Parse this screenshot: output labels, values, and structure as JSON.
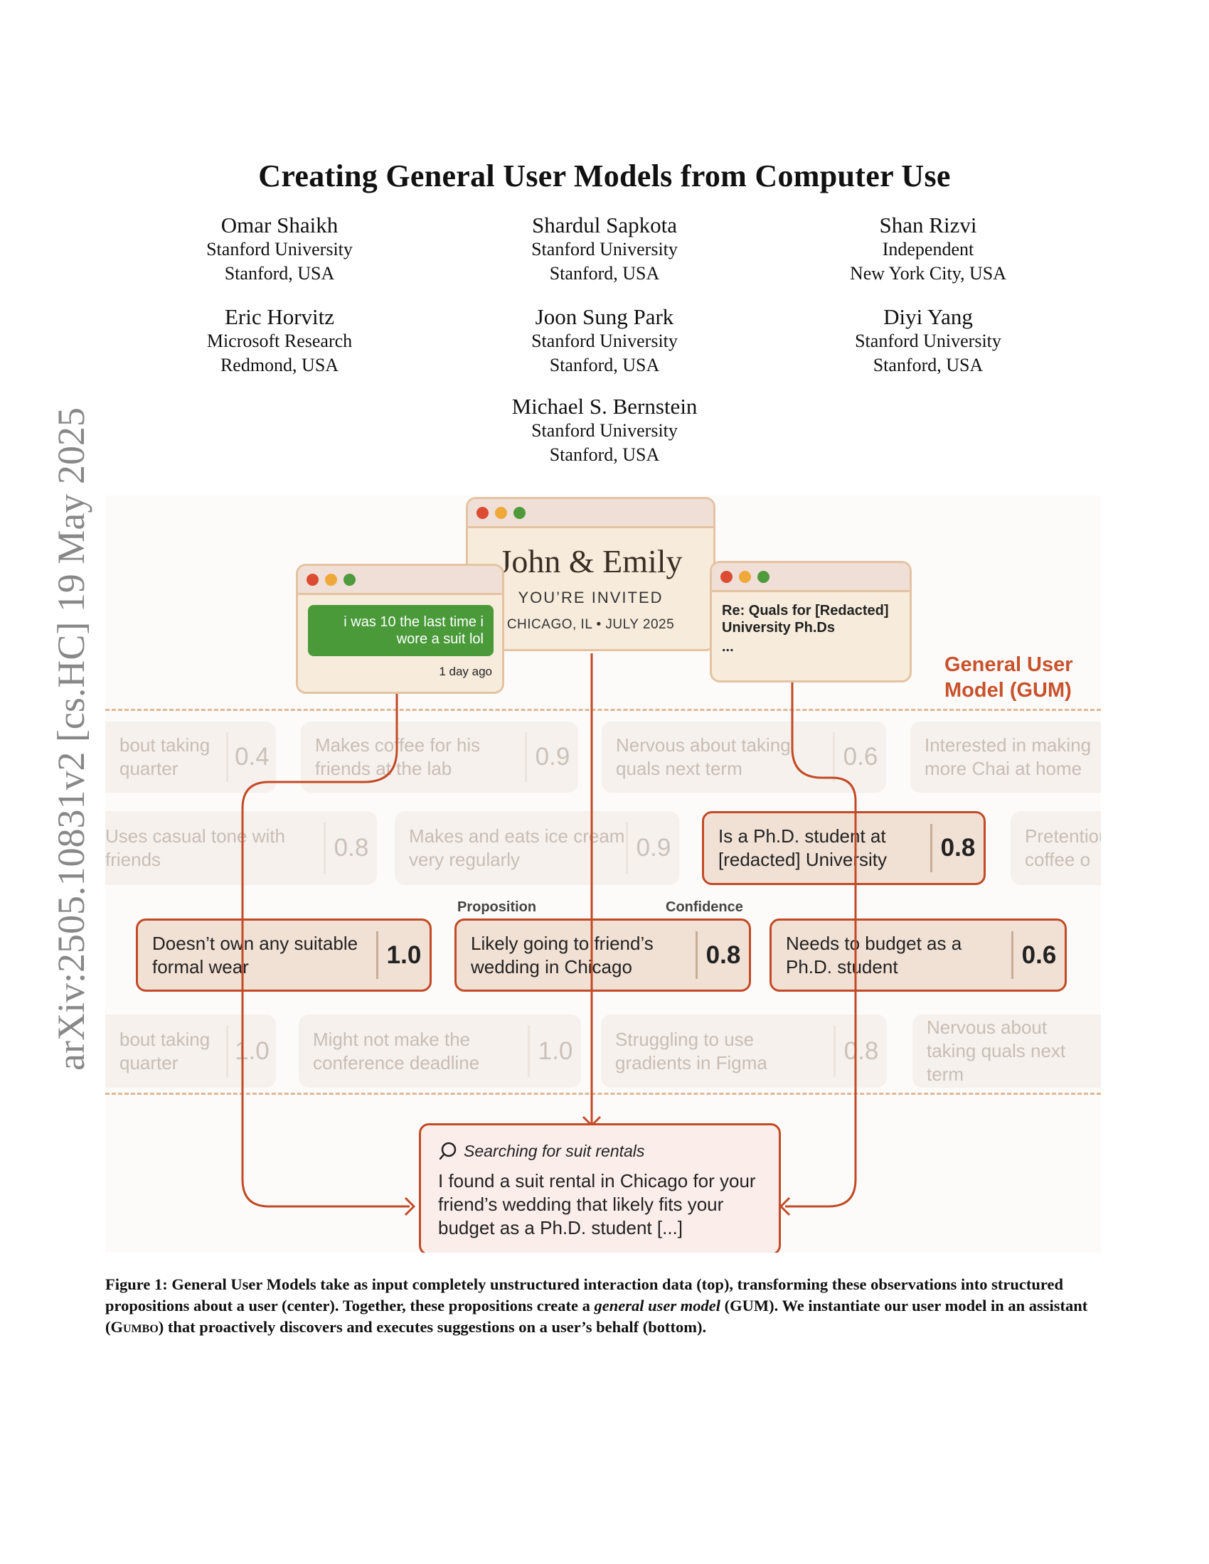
{
  "paper": {
    "title": "Creating General User Models from Computer Use",
    "arxiv_id": "arXiv:2505.10831v2  [cs.HC]  19 May 2025",
    "authors": [
      {
        "name": "Omar Shaikh",
        "affiliation": "Stanford University",
        "location": "Stanford, USA"
      },
      {
        "name": "Shardul Sapkota",
        "affiliation": "Stanford University",
        "location": "Stanford, USA"
      },
      {
        "name": "Shan Rizvi",
        "affiliation": "Independent",
        "location": "New York City, USA"
      },
      {
        "name": "Eric Horvitz",
        "affiliation": "Microsoft Research",
        "location": "Redmond, USA"
      },
      {
        "name": "Joon Sung Park",
        "affiliation": "Stanford University",
        "location": "Stanford, USA"
      },
      {
        "name": "Diyi Yang",
        "affiliation": "Stanford University",
        "location": "Stanford, USA"
      },
      {
        "name": "Michael S. Bernstein",
        "affiliation": "Stanford University",
        "location": "Stanford, USA"
      }
    ]
  },
  "figure": {
    "windows": {
      "chat": {
        "message": "i was 10 the last time i wore a suit lol",
        "time": "1 day ago"
      },
      "invite": {
        "names": "John & Emily",
        "subtitle": "YOU’RE INVITED",
        "details": "CHICAGO, IL • JULY 2025"
      },
      "email": {
        "subject": "Re: Quals for [Redacted] University Ph.Ds",
        "body": "..."
      }
    },
    "gum_label_line1": "General User",
    "gum_label_line2": "Model (GUM)",
    "proposition_label": "Proposition",
    "confidence_label": "Confidence",
    "rows": {
      "row1": [
        {
          "text": "bout taking quarter",
          "confidence": "0.4"
        },
        {
          "text": "Makes coffee for his friends at the lab",
          "confidence": "0.9"
        },
        {
          "text": "Nervous about taking quals next term",
          "confidence": "0.6"
        },
        {
          "text": "Interested in making more Chai at home",
          "confidence": ""
        }
      ],
      "row2": [
        {
          "text": "Uses casual tone with friends",
          "confidence": "0.8"
        },
        {
          "text": "Makes and eats ice cream very regularly",
          "confidence": "0.9"
        },
        {
          "text": "Is a Ph.D. student at [redacted] University",
          "confidence": "0.8"
        },
        {
          "text": "Pretentious coffee o",
          "confidence": ""
        }
      ],
      "row3": [
        {
          "text": "Doesn’t own any suitable formal wear",
          "confidence": "1.0"
        },
        {
          "text": "Likely going to friend’s wedding in Chicago",
          "confidence": "0.8"
        },
        {
          "text": "Needs to budget as a Ph.D. student",
          "confidence": "0.6"
        }
      ],
      "row4": [
        {
          "text": "bout taking quarter",
          "confidence": "1.0"
        },
        {
          "text": "Might not make the conference deadline",
          "confidence": "1.0"
        },
        {
          "text": "Struggling to use gradients in Figma",
          "confidence": "0.8"
        },
        {
          "text": "Nervous about taking quals next term",
          "confidence": ""
        }
      ]
    },
    "result": {
      "action": "Searching for suit rentals",
      "message": "I found a suit rental in Chicago for your friend’s wedding that likely fits your budget as a Ph.D. student [...]"
    }
  },
  "caption": {
    "label": "Figure 1:",
    "text_a": " General User Models take as input completely unstructured interaction data (top), transforming these observations into structured propositions about a user (center). Together, these propositions create a ",
    "emphasis": "general user model",
    "text_b": " (GUM). We instantiate our user model in an assistant (",
    "system_name": "Gumbo",
    "text_c": ") that proactively discovers and executes suggestions on a user’s behalf (bottom)."
  }
}
